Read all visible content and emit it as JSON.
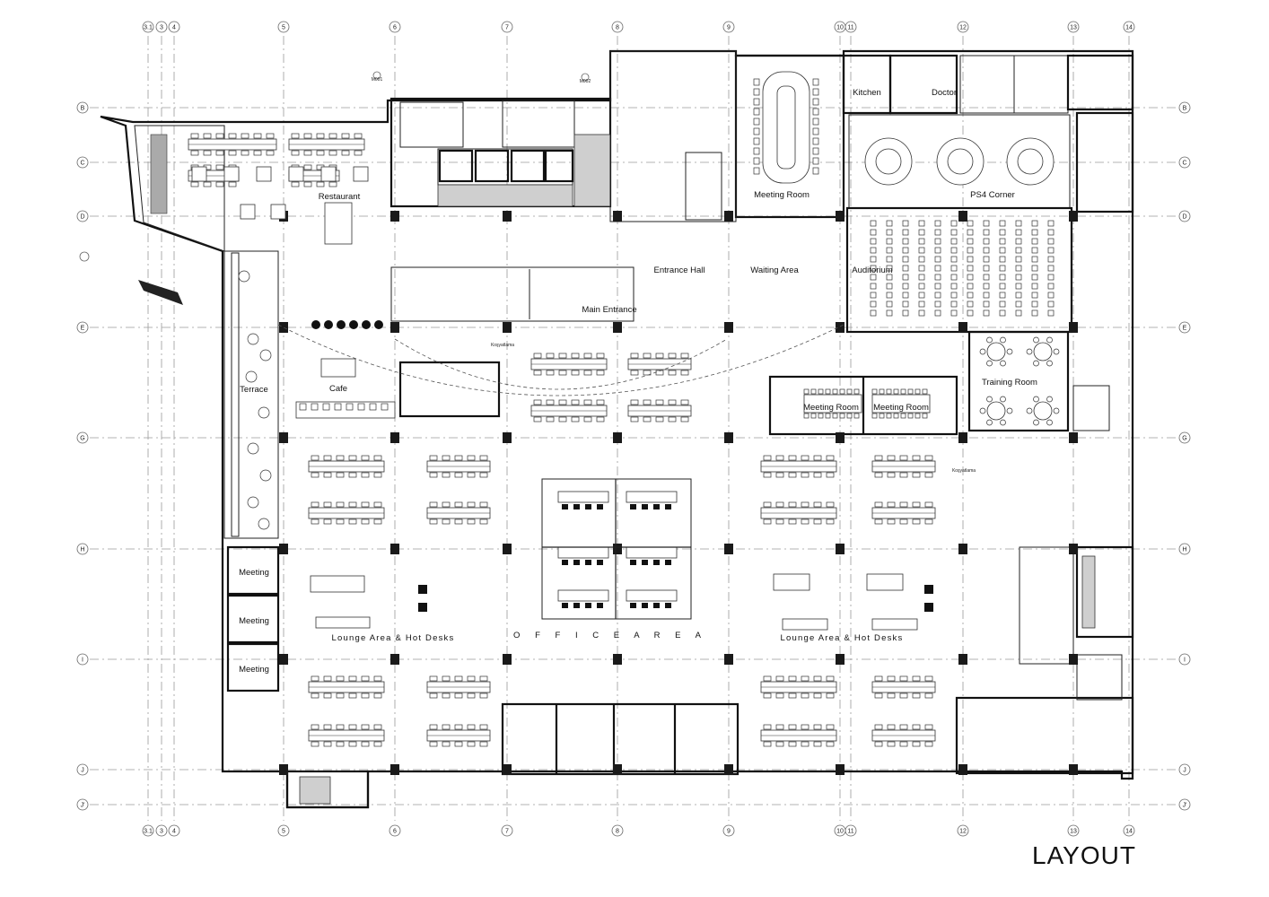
{
  "title": "LAYOUT",
  "grid": {
    "columns": [
      "3.1",
      "3",
      "4",
      "5",
      "6",
      "7",
      "8",
      "9",
      "10",
      "11",
      "12",
      "13",
      "14"
    ],
    "rows": [
      "B",
      "C",
      "D",
      "E",
      "G",
      "H",
      "I",
      "J",
      "J'"
    ]
  },
  "section_marks": [
    "M001",
    "M002"
  ],
  "small_labels": [
    "Koşyatlama",
    "Koşyatlama"
  ],
  "rooms": [
    {
      "name": "Restaurant"
    },
    {
      "name": "Cafe"
    },
    {
      "name": "Terrace"
    },
    {
      "name": "Meeting Room"
    },
    {
      "name": "Entrance Hall"
    },
    {
      "name": "Main Entrance"
    },
    {
      "name": "Waiting Area"
    },
    {
      "name": "Auditorium"
    },
    {
      "name": "Kitchen"
    },
    {
      "name": "Doctor"
    },
    {
      "name": "PS4 Corner"
    },
    {
      "name": "Training Room"
    },
    {
      "name": "Meeting Room"
    },
    {
      "name": "Meeting Room"
    },
    {
      "name": "Meeting"
    },
    {
      "name": "Meeting"
    },
    {
      "name": "Meeting"
    },
    {
      "name": "Lounge Area & Hot Desks"
    },
    {
      "name": "O F F I C E   A R E A"
    },
    {
      "name": "Lounge Area & Hot Desks"
    }
  ]
}
